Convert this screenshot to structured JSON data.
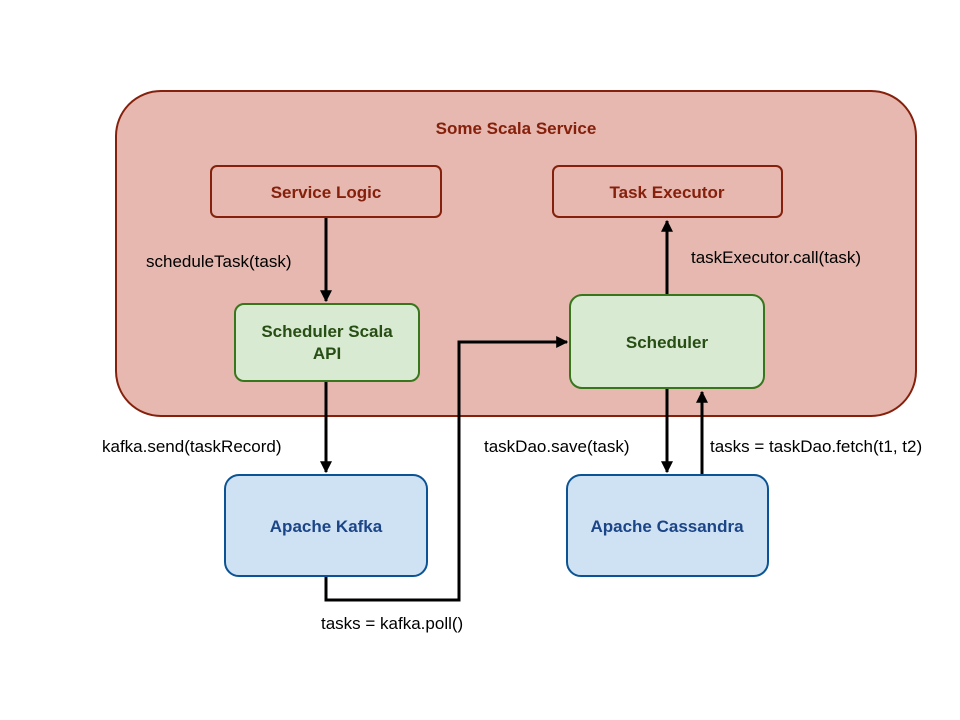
{
  "colors": {
    "service_fill": "#e6b8af",
    "service_stroke": "#85200c",
    "service_text": "#85200c",
    "inner_fill": "#e6b8af",
    "inner_stroke": "#85200c",
    "green_fill": "#d9ead3",
    "green_stroke": "#38761d",
    "green_text": "#274e13",
    "blue_fill": "#cfe2f3",
    "blue_stroke": "#0b5394",
    "blue_text": "#1c4587",
    "arrow": "#000000"
  },
  "container": {
    "title": "Some Scala Service"
  },
  "nodes": {
    "service_logic": "Service Logic",
    "task_executor": "Task Executor",
    "scheduler_api_line1": "Scheduler Scala",
    "scheduler_api_line2": "API",
    "scheduler": "Scheduler",
    "kafka": "Apache Kafka",
    "cassandra": "Apache Cassandra"
  },
  "edges": {
    "schedule_task": "scheduleTask(task)",
    "executor_call": "taskExecutor.call(task)",
    "kafka_send": "kafka.send(taskRecord)",
    "dao_save": "taskDao.save(task)",
    "dao_fetch": "tasks = taskDao.fetch(t1, t2)",
    "kafka_poll": "tasks = kafka.poll()"
  }
}
